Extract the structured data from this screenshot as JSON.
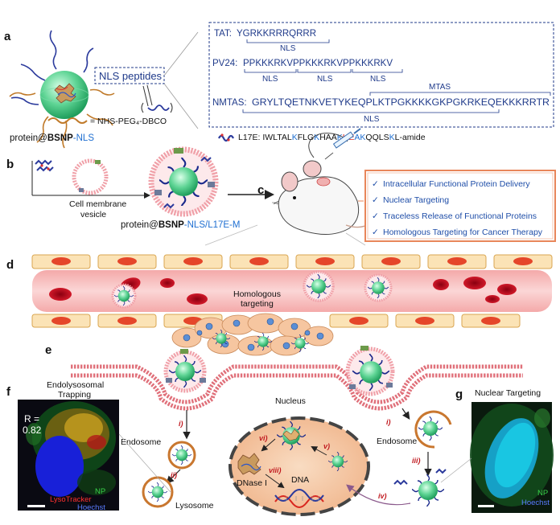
{
  "panel_labels": {
    "a": "a",
    "b": "b",
    "c": "c",
    "d": "d",
    "e": "e",
    "f": "f",
    "g": "g"
  },
  "panel_a": {
    "nls_box_label": "NLS peptides",
    "reagent_label": "= NHS-PEG₄-DBCO",
    "construct_prefix": "protein@",
    "construct_bold": "BSNP",
    "construct_suffix": "-NLS",
    "peptides": {
      "tat_name": "TAT:",
      "tat_seq": "YGRKKRRRQRRR",
      "tat_bracket": "NLS",
      "pv24_name": "PV24:",
      "pv24_seq": "PPKKKRKVPPKKKRKVPPKKKRKV",
      "pv24_brackets": [
        "NLS",
        "NLS",
        "NLS"
      ],
      "nmtas_name": "NMTAS:",
      "nmtas_seq": "GRYLTQETNKVETYKEQPLKTPGKKKKGKPGKRKEQEKKKRRTR",
      "nmtas_top_bracket": "MTAS",
      "nmtas_bottom_bracket": "NLS"
    },
    "l17e_prefix": "L17E: ",
    "l17e_segments": [
      {
        "text": "IWLTAL",
        "color": "#111111"
      },
      {
        "text": "K",
        "color": "#1f6fd1"
      },
      {
        "text": "FLG",
        "color": "#111111"
      },
      {
        "text": "K",
        "color": "#1f6fd1"
      },
      {
        "text": "HAA",
        "color": "#111111"
      },
      {
        "text": "K",
        "color": "#1f6fd1"
      },
      {
        "text": "HE",
        "color": "#d9271f"
      },
      {
        "text": "AK",
        "color": "#1f6fd1"
      },
      {
        "text": "QQLS",
        "color": "#111111"
      },
      {
        "text": "K",
        "color": "#1f6fd1"
      },
      {
        "text": "L-amide",
        "color": "#111111"
      }
    ]
  },
  "panel_b": {
    "vesicle_label_1": "Cell membrane",
    "vesicle_label_2": "vesicle",
    "product_prefix": "protein@",
    "product_bold": "BSNP",
    "product_suffix": "-NLS/L17E-M"
  },
  "features": [
    "Intracellular Functional Protein Delivery",
    "Nuclear Targeting",
    "Traceless Release of Functional Proteins",
    "Homologous Targeting for Cancer Therapy"
  ],
  "panel_d": {
    "targeting_1": "Homologous",
    "targeting_2": "targeting"
  },
  "panel_e": {
    "nucleus": "Nucleus",
    "endosome_left": "Endosome",
    "endosome_right": "Endosome",
    "lysosome": "Lysosome",
    "dnase": "DNase I",
    "dna": "DNA",
    "steps": {
      "i_left": "i)",
      "ii": "ii)",
      "i_right": "i)",
      "iii": "iii)",
      "iv": "iv)",
      "v": "v)",
      "vi": "vi)",
      "viii": "viii)"
    }
  },
  "panel_f": {
    "title_1": "Endolysosomal",
    "title_2": "Trapping",
    "r_label": "R =",
    "r_value": "0.82",
    "legend": [
      "NP",
      "LysoTracker",
      "Hoechst"
    ]
  },
  "panel_g": {
    "title": "Nuclear Targeting",
    "legend": [
      "NP",
      "Hoechst"
    ]
  },
  "colors": {
    "np_green": "#2ec27e",
    "membrane": "#e0707a",
    "blood_red": "#c8102e",
    "feature_border": "#e8865a",
    "nucleus_fill": "#f7cfae",
    "endosome_ring": "#c9772f"
  }
}
